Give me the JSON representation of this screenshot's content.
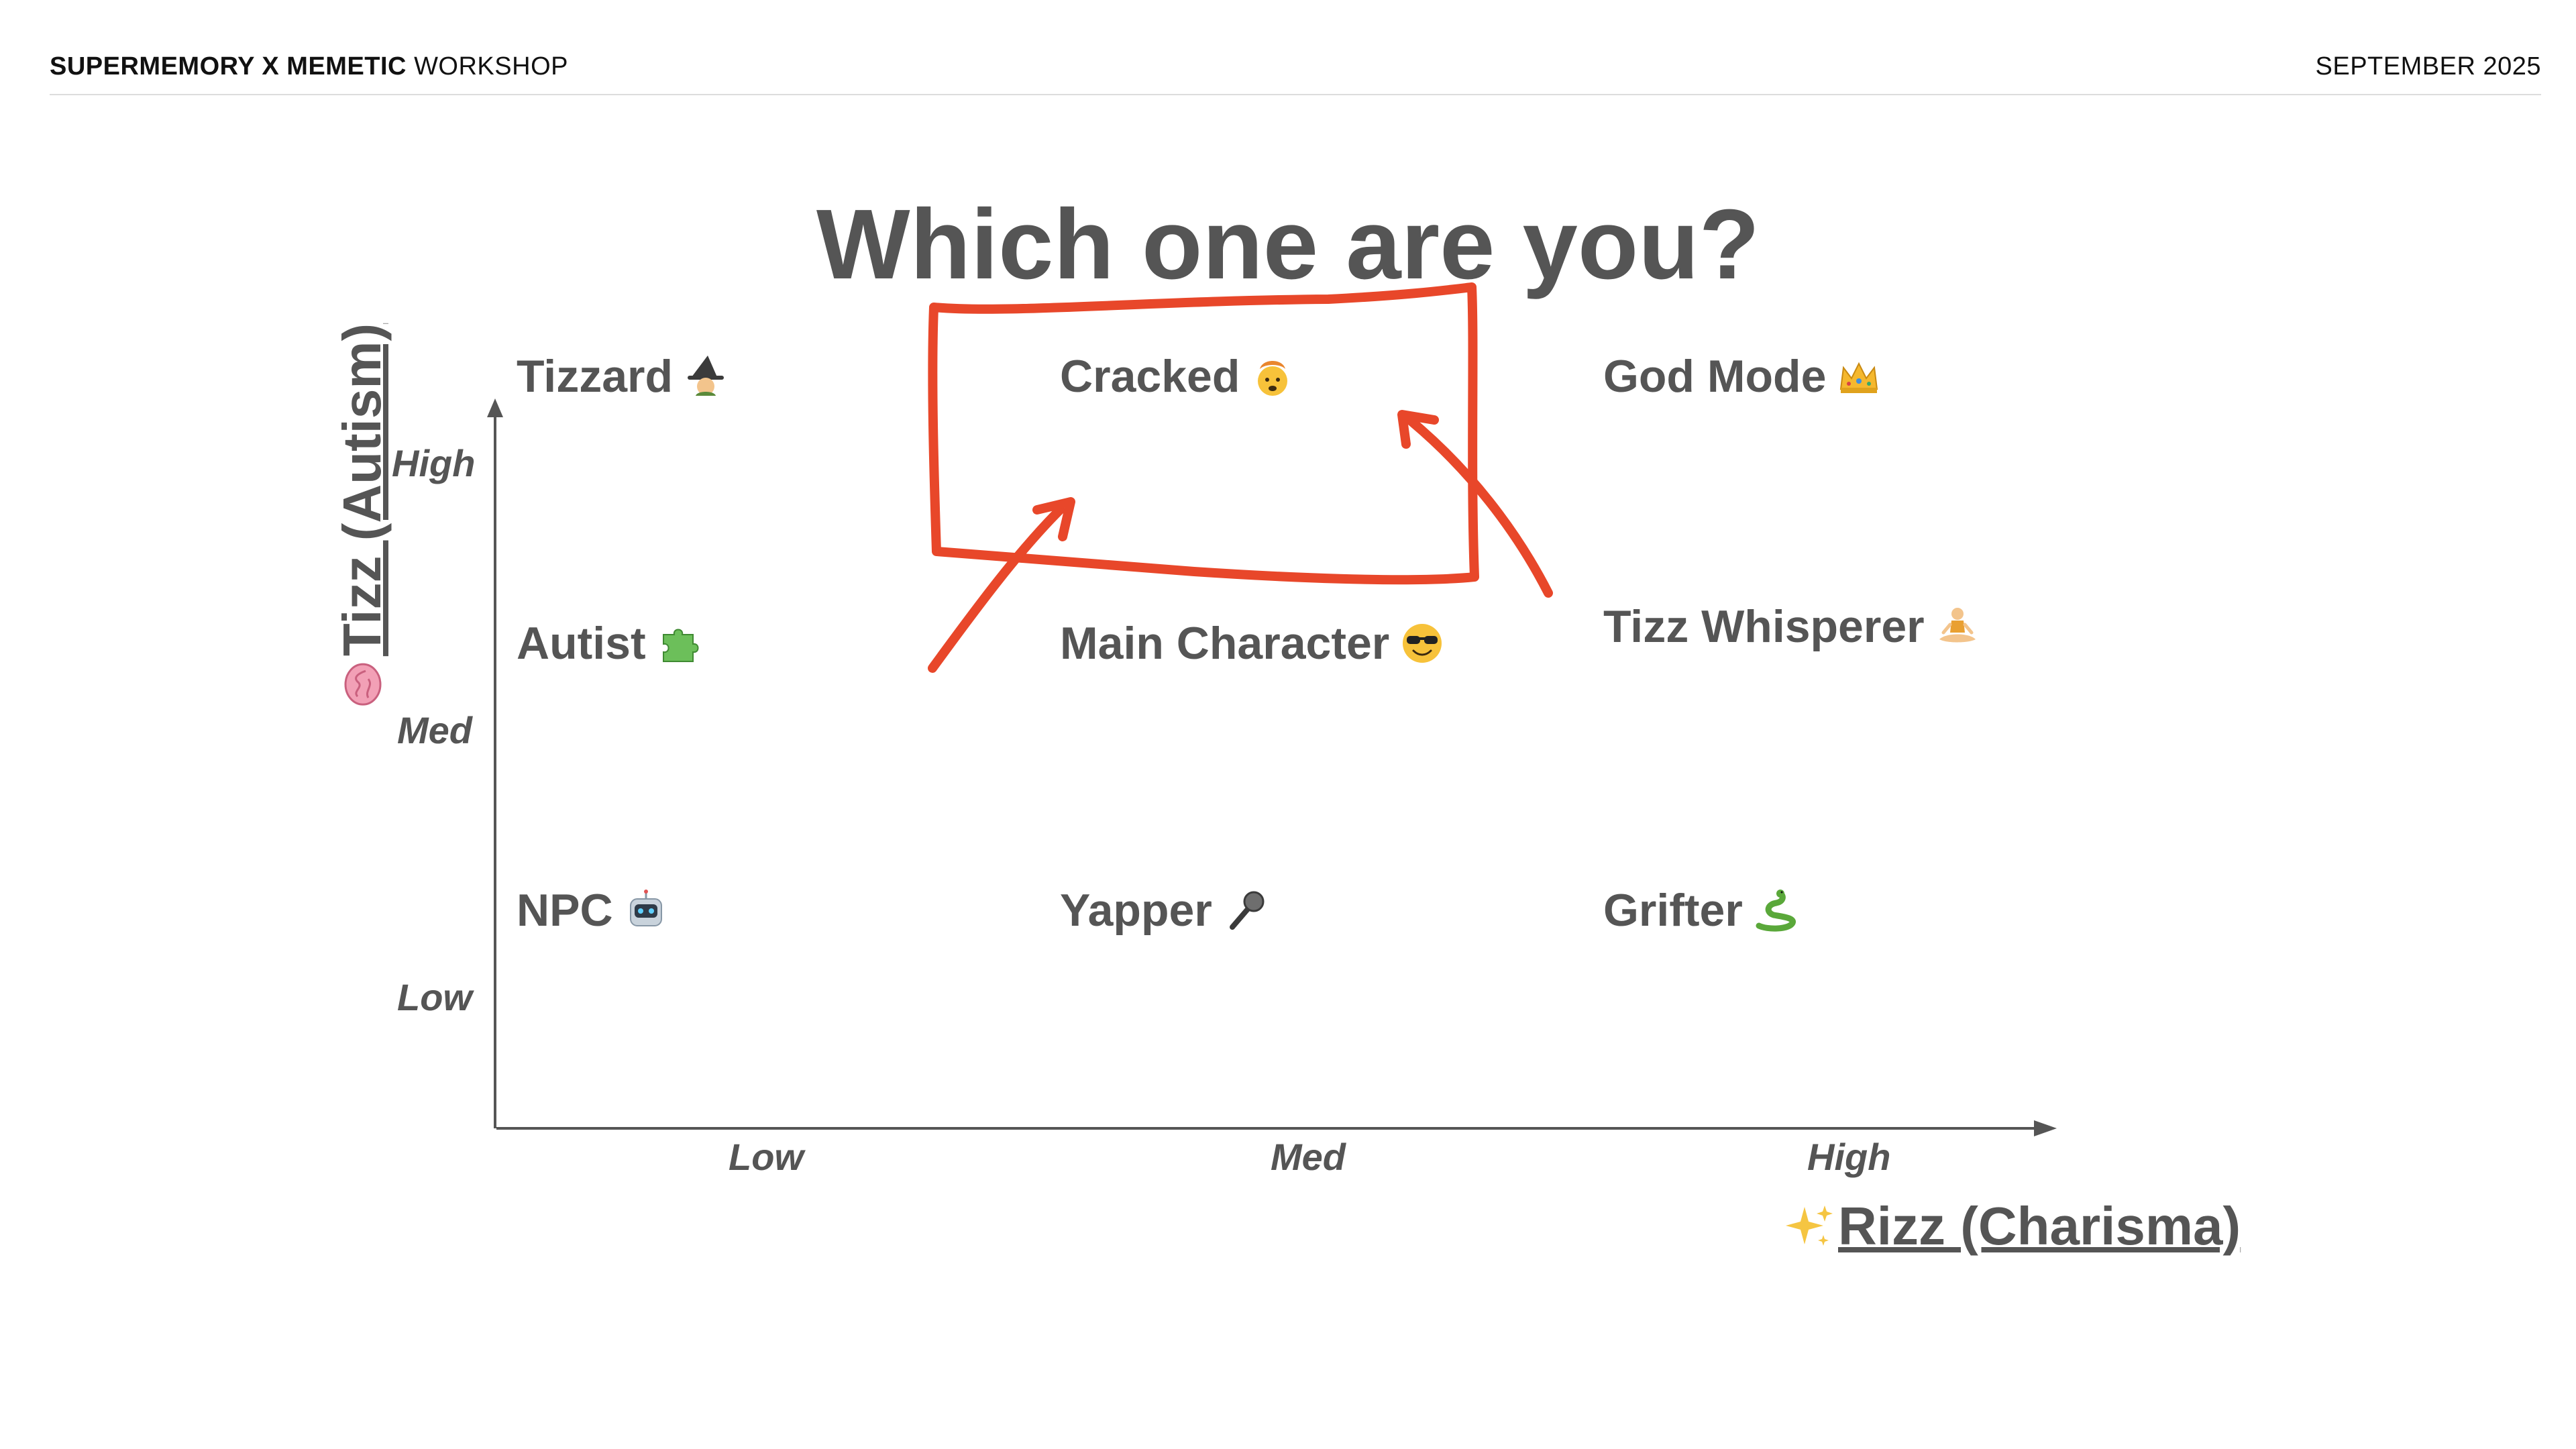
{
  "header": {
    "brand_bold": "SUPERMEMORY X MEMETIC",
    "brand_light": "WORKSHOP",
    "date": "SEPTEMBER 2025"
  },
  "title": "Which one are you?",
  "y_axis": {
    "title": "Tizz (Autism)",
    "icon": "brain-icon",
    "ticks": [
      "High",
      "Med",
      "Low"
    ]
  },
  "x_axis": {
    "title": "Rizz (Charisma)",
    "icon": "sparkles-icon",
    "ticks": [
      "Low",
      "Med",
      "High"
    ]
  },
  "cells": {
    "tizzard": {
      "label": "Tizzard",
      "icon": "witch-icon"
    },
    "cracked": {
      "label": "Cracked",
      "icon": "exploding-head-icon"
    },
    "god_mode": {
      "label": "God Mode",
      "icon": "crown-icon"
    },
    "autist": {
      "label": "Autist",
      "icon": "puzzle-piece-icon"
    },
    "main_character": {
      "label": "Main Character",
      "icon": "sunglasses-face-icon"
    },
    "tizz_whisperer": {
      "label": "Tizz Whisperer",
      "icon": "meditating-person-icon"
    },
    "npc": {
      "label": "NPC",
      "icon": "robot-icon"
    },
    "yapper": {
      "label": "Yapper",
      "icon": "microphone-icon"
    },
    "grifter": {
      "label": "Grifter",
      "icon": "snake-icon"
    }
  },
  "colors": {
    "text": "#555555",
    "annotation": "#e8472a",
    "axis": "#555555"
  }
}
